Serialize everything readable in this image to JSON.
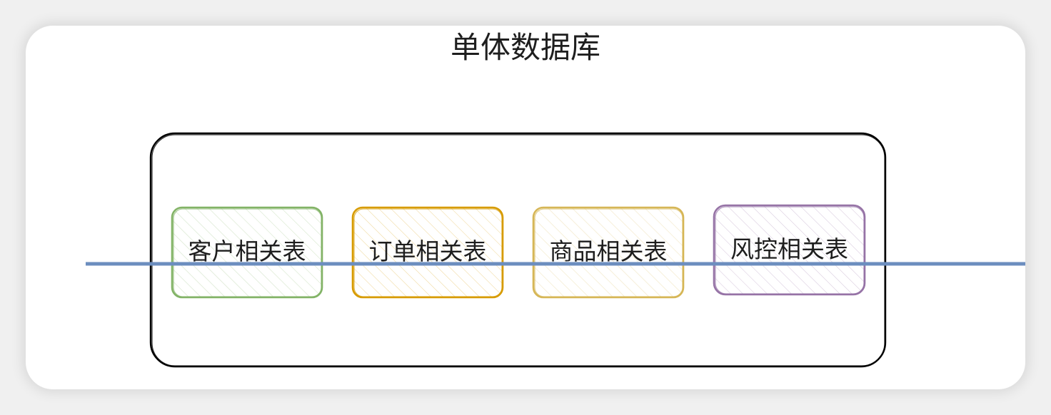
{
  "title": "单体数据库",
  "container": {
    "name": "database-container"
  },
  "tables": [
    {
      "label": "客户相关表",
      "color": "#82b366"
    },
    {
      "label": "订单相关表",
      "color": "#d79b00"
    },
    {
      "label": "商品相关表",
      "color": "#d6b656"
    },
    {
      "label": "风控相关表",
      "color": "#9673a6"
    }
  ],
  "divider_color": "#6c8ebf",
  "container_color": "#000000"
}
